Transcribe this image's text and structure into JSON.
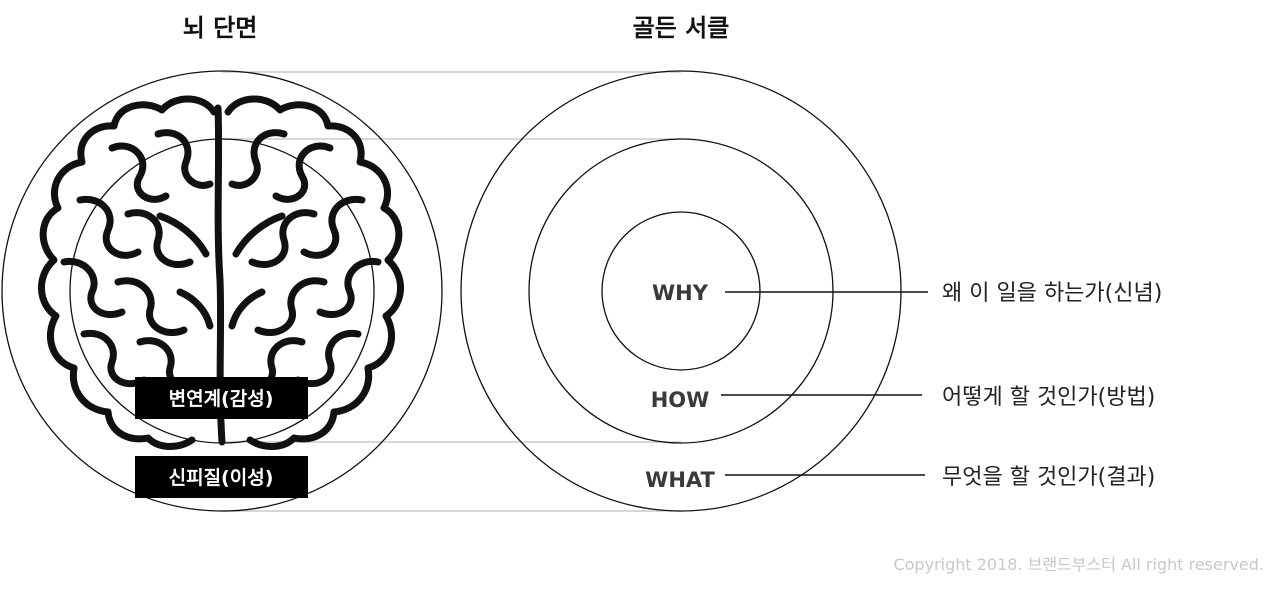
{
  "brain_section": {
    "title": "뇌 단면",
    "limbic_label": "변연계(감성)",
    "neocortex_label": "신피질(이성)"
  },
  "golden_circle": {
    "title": "골든 서클",
    "why": {
      "label": "WHY",
      "desc": "왜 이 일을 하는가(신념)"
    },
    "how": {
      "label": "HOW",
      "desc": "어떻게 할 것인가(방법)"
    },
    "what": {
      "label": "WHAT",
      "desc": "무엇을 할 것인가(결과)"
    }
  },
  "footer": {
    "copyright": "Copyright 2018. 브랜드부스터 All right reserved."
  },
  "colors": {
    "stroke": "#111111",
    "guide_line": "#cccccc",
    "badge_bg": "#000000",
    "copyright_text": "#c8c8c8"
  },
  "icons": {
    "brain": "brain-illustration-icon"
  }
}
